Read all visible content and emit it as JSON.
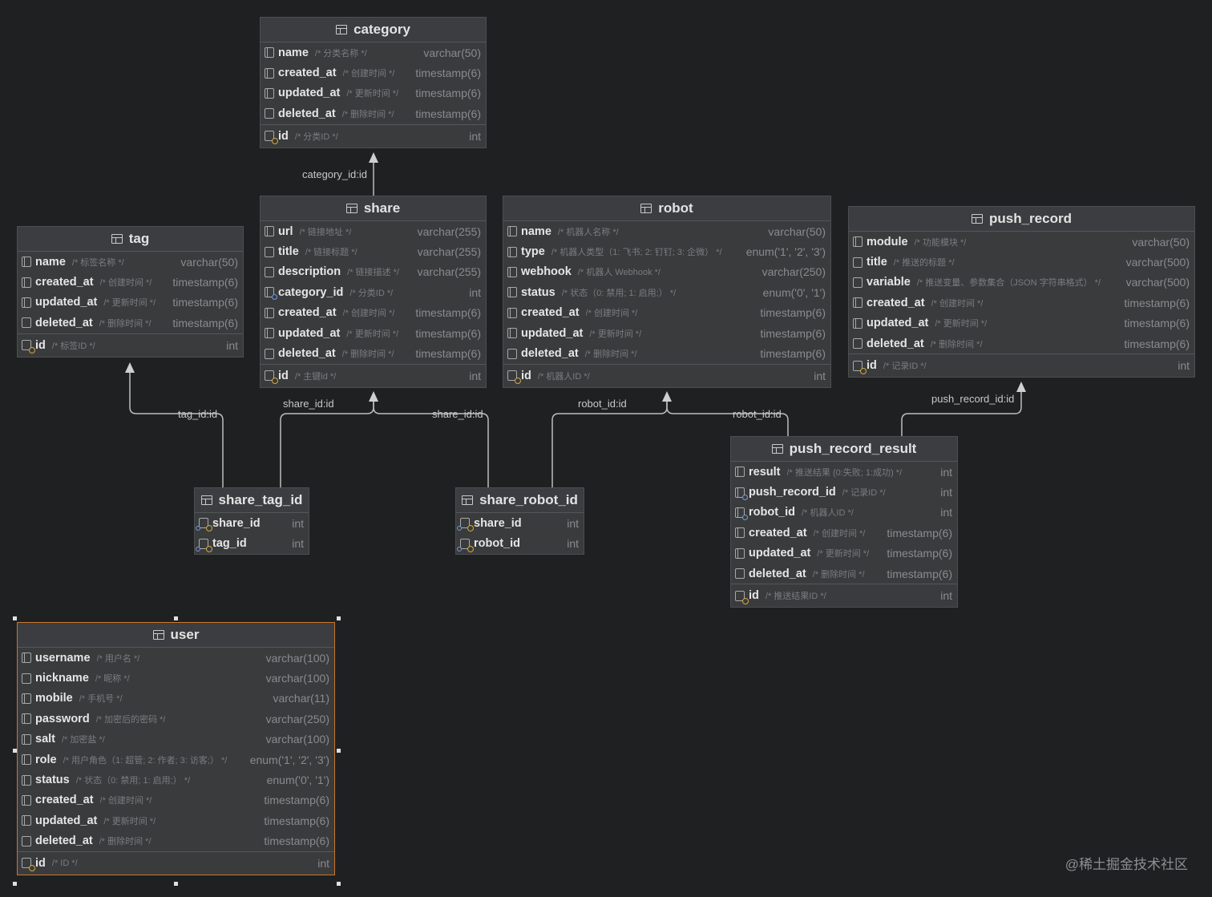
{
  "tables": [
    {
      "name": "category",
      "columns": [
        {
          "name": "name",
          "comment": "/* 分类名称 */",
          "type": "varchar(50)",
          "icon": "nn"
        },
        {
          "name": "created_at",
          "comment": "/* 创建时间 */",
          "type": "timestamp(6)",
          "icon": "nn"
        },
        {
          "name": "updated_at",
          "comment": "/* 更新时间 */",
          "type": "timestamp(6)",
          "icon": "nn"
        },
        {
          "name": "deleted_at",
          "comment": "/* 删除时间 */",
          "type": "timestamp(6)",
          "icon": "col"
        },
        {
          "name": "id",
          "comment": "/* 分类ID */",
          "type": "int",
          "icon": "key",
          "pk": true
        }
      ]
    },
    {
      "name": "share",
      "columns": [
        {
          "name": "url",
          "comment": "/* 链接地址 */",
          "type": "varchar(255)",
          "icon": "nn"
        },
        {
          "name": "title",
          "comment": "/* 链接标题 */",
          "type": "varchar(255)",
          "icon": "col"
        },
        {
          "name": "description",
          "comment": "/* 链接描述 */",
          "type": "varchar(255)",
          "icon": "col"
        },
        {
          "name": "category_id",
          "comment": "/* 分类ID */",
          "type": "int",
          "icon": "fk"
        },
        {
          "name": "created_at",
          "comment": "/* 创建时间 */",
          "type": "timestamp(6)",
          "icon": "nn"
        },
        {
          "name": "updated_at",
          "comment": "/* 更新时间 */",
          "type": "timestamp(6)",
          "icon": "nn"
        },
        {
          "name": "deleted_at",
          "comment": "/* 删除时间 */",
          "type": "timestamp(6)",
          "icon": "col"
        },
        {
          "name": "id",
          "comment": "/* 主键id */",
          "type": "int",
          "icon": "key",
          "pk": true
        }
      ]
    },
    {
      "name": "robot",
      "columns": [
        {
          "name": "name",
          "comment": "/* 机器人名称 */",
          "type": "varchar(50)",
          "icon": "nn"
        },
        {
          "name": "type",
          "comment": "/* 机器人类型（1: 飞书; 2: 钉钉; 3: 企微） */",
          "type": "enum('1', '2', '3')",
          "icon": "nn"
        },
        {
          "name": "webhook",
          "comment": "/* 机器人 Webhook */",
          "type": "varchar(250)",
          "icon": "nn"
        },
        {
          "name": "status",
          "comment": "/* 状态（0: 禁用; 1: 启用;） */",
          "type": "enum('0', '1')",
          "icon": "nn"
        },
        {
          "name": "created_at",
          "comment": "/* 创建时间 */",
          "type": "timestamp(6)",
          "icon": "nn"
        },
        {
          "name": "updated_at",
          "comment": "/* 更新时间 */",
          "type": "timestamp(6)",
          "icon": "nn"
        },
        {
          "name": "deleted_at",
          "comment": "/* 删除时间 */",
          "type": "timestamp(6)",
          "icon": "col"
        },
        {
          "name": "id",
          "comment": "/* 机器人ID */",
          "type": "int",
          "icon": "key",
          "pk": true
        }
      ]
    },
    {
      "name": "push_record",
      "columns": [
        {
          "name": "module",
          "comment": "/* 功能模块 */",
          "type": "varchar(50)",
          "icon": "nn"
        },
        {
          "name": "title",
          "comment": "/* 推送的标题 */",
          "type": "varchar(500)",
          "icon": "col"
        },
        {
          "name": "variable",
          "comment": "/* 推送变量、参数集合（JSON 字符串格式） */",
          "type": "varchar(500)",
          "icon": "col"
        },
        {
          "name": "created_at",
          "comment": "/* 创建时间 */",
          "type": "timestamp(6)",
          "icon": "nn"
        },
        {
          "name": "updated_at",
          "comment": "/* 更新时间 */",
          "type": "timestamp(6)",
          "icon": "nn"
        },
        {
          "name": "deleted_at",
          "comment": "/* 删除时间 */",
          "type": "timestamp(6)",
          "icon": "col"
        },
        {
          "name": "id",
          "comment": "/* 记录ID */",
          "type": "int",
          "icon": "key",
          "pk": true
        }
      ]
    },
    {
      "name": "tag",
      "columns": [
        {
          "name": "name",
          "comment": "/* 标签名称 */",
          "type": "varchar(50)",
          "icon": "nn"
        },
        {
          "name": "created_at",
          "comment": "/* 创建时间 */",
          "type": "timestamp(6)",
          "icon": "nn"
        },
        {
          "name": "updated_at",
          "comment": "/* 更新时间 */",
          "type": "timestamp(6)",
          "icon": "nn"
        },
        {
          "name": "deleted_at",
          "comment": "/* 删除时间 */",
          "type": "timestamp(6)",
          "icon": "col"
        },
        {
          "name": "id",
          "comment": "/* 标签ID */",
          "type": "int",
          "icon": "key",
          "pk": true
        }
      ]
    },
    {
      "name": "share_tag_id",
      "columns": [
        {
          "name": "share_id",
          "comment": "",
          "type": "int",
          "icon": "both"
        },
        {
          "name": "tag_id",
          "comment": "",
          "type": "int",
          "icon": "both"
        }
      ]
    },
    {
      "name": "share_robot_id",
      "columns": [
        {
          "name": "share_id",
          "comment": "",
          "type": "int",
          "icon": "both"
        },
        {
          "name": "robot_id",
          "comment": "",
          "type": "int",
          "icon": "both"
        }
      ]
    },
    {
      "name": "push_record_result",
      "columns": [
        {
          "name": "result",
          "comment": "/* 推送结果 (0:失败; 1:成功) */",
          "type": "int",
          "icon": "nn"
        },
        {
          "name": "push_record_id",
          "comment": "/* 记录ID */",
          "type": "int",
          "icon": "fk"
        },
        {
          "name": "robot_id",
          "comment": "/* 机器人ID */",
          "type": "int",
          "icon": "fk"
        },
        {
          "name": "created_at",
          "comment": "/* 创建时间 */",
          "type": "timestamp(6)",
          "icon": "nn"
        },
        {
          "name": "updated_at",
          "comment": "/* 更新时间 */",
          "type": "timestamp(6)",
          "icon": "nn"
        },
        {
          "name": "deleted_at",
          "comment": "/* 删除时间 */",
          "type": "timestamp(6)",
          "icon": "col"
        },
        {
          "name": "id",
          "comment": "/* 推送结果ID */",
          "type": "int",
          "icon": "key",
          "pk": true
        }
      ]
    },
    {
      "name": "user",
      "selected": true,
      "columns": [
        {
          "name": "username",
          "comment": "/* 用户名 */",
          "type": "varchar(100)",
          "icon": "nn"
        },
        {
          "name": "nickname",
          "comment": "/* 昵称 */",
          "type": "varchar(100)",
          "icon": "col"
        },
        {
          "name": "mobile",
          "comment": "/* 手机号 */",
          "type": "varchar(11)",
          "icon": "nn"
        },
        {
          "name": "password",
          "comment": "/* 加密后的密码 */",
          "type": "varchar(250)",
          "icon": "nn"
        },
        {
          "name": "salt",
          "comment": "/* 加密盐 */",
          "type": "varchar(100)",
          "icon": "nn"
        },
        {
          "name": "role",
          "comment": "/* 用户角色（1: 超管; 2: 作者; 3: 访客;） */",
          "type": "enum('1', '2', '3')",
          "icon": "nn"
        },
        {
          "name": "status",
          "comment": "/* 状态（0: 禁用; 1: 启用;） */",
          "type": "enum('0', '1')",
          "icon": "nn"
        },
        {
          "name": "created_at",
          "comment": "/* 创建时间 */",
          "type": "timestamp(6)",
          "icon": "nn"
        },
        {
          "name": "updated_at",
          "comment": "/* 更新时间 */",
          "type": "timestamp(6)",
          "icon": "nn"
        },
        {
          "name": "deleted_at",
          "comment": "/* 删除时间 */",
          "type": "timestamp(6)",
          "icon": "col"
        },
        {
          "name": "id",
          "comment": "/* ID */",
          "type": "int",
          "icon": "key",
          "pk": true
        }
      ]
    }
  ],
  "relations": [
    {
      "label": "category_id:id"
    },
    {
      "label": "tag_id:id"
    },
    {
      "label": "share_id:id"
    },
    {
      "label": "share_id:id"
    },
    {
      "label": "robot_id:id"
    },
    {
      "label": "robot_id:id"
    },
    {
      "label": "push_record_id:id"
    }
  ],
  "watermark": "@稀土掘金技术社区",
  "colors": {
    "background": "#1f2022",
    "table": "#3a3b3d",
    "selection": "#c8772e",
    "pk_key": "#d2a83a",
    "fk_key": "#6e9bd6"
  }
}
